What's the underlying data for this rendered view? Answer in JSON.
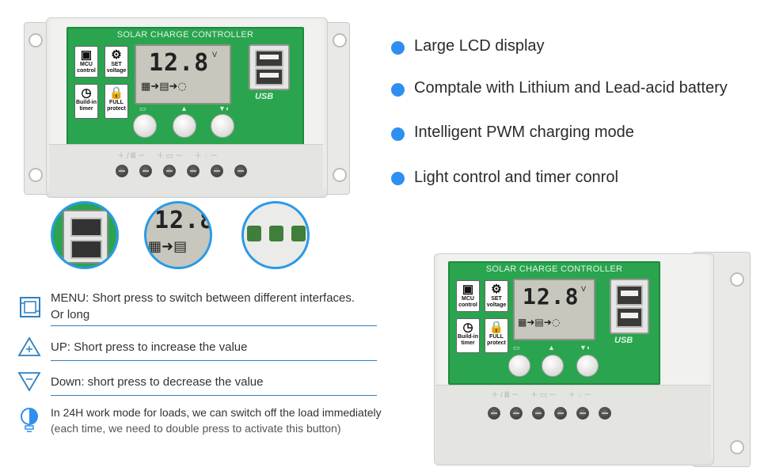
{
  "device": {
    "panel_title": "SOLAR CHARGE CONTROLLER",
    "lcd_value": "12.8",
    "lcd_unit": "V",
    "usb_label": "USB",
    "labels": {
      "mcu": "MCU control",
      "set": "SET voltage",
      "timer": "Build-in timer",
      "protect": "FULL protect"
    }
  },
  "features": [
    {
      "text": "Large LCD display"
    },
    {
      "text": "Comptale with Lithium and Lead-acid battery"
    },
    {
      "text": "Intelligent PWM charging mode"
    },
    {
      "text": "Light control and timer conrol"
    }
  ],
  "instructions": {
    "menu": "MENU: Short press to switch between different interfaces.",
    "menu_line2": "Or long",
    "up": "UP: Short press to increase the value",
    "down": "Down: short press to decrease the value",
    "load_line1": "In 24H work mode for loads, we can switch off the load immediately",
    "load_line2": "(each time, we need to double press to activate this button)"
  },
  "colors": {
    "panel_green": "#2aa44f",
    "accent_blue": "#2f8ff0",
    "zoom_ring": "#2a9ae6",
    "rule_blue": "#2f7fbf"
  },
  "icons": [
    "menu-icon",
    "up-icon",
    "down-icon",
    "load-bulb-icon",
    "usb-icon",
    "solar-icon",
    "battery-icon",
    "bulb-icon",
    "gear-icon",
    "lock-icon",
    "clock-icon",
    "chip-icon"
  ]
}
